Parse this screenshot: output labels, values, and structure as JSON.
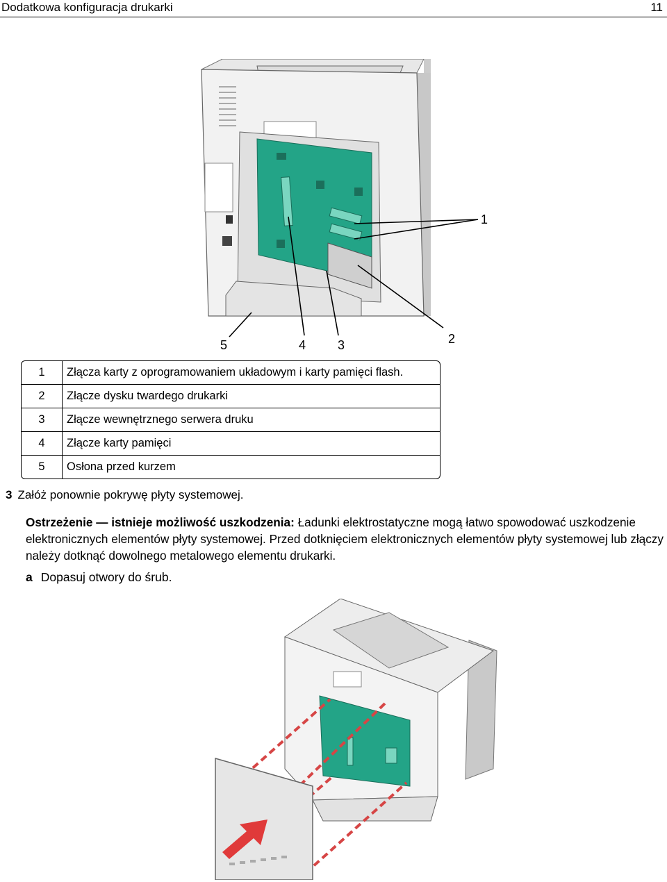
{
  "header": {
    "title": "Dodatkowa konfiguracja drukarki",
    "page_number": "11"
  },
  "figure1": {
    "callouts": [
      "1",
      "2",
      "3",
      "4",
      "5"
    ]
  },
  "legend": [
    {
      "num": "1",
      "text": "Złącza karty z oprogramowaniem układowym i karty pamięci flash."
    },
    {
      "num": "2",
      "text": "Złącze dysku twardego drukarki"
    },
    {
      "num": "3",
      "text": "Złącze wewnętrznego serwera druku"
    },
    {
      "num": "4",
      "text": "Złącze karty pamięci"
    },
    {
      "num": "5",
      "text": "Osłona przed kurzem"
    }
  ],
  "step": {
    "num": "3",
    "text": "Załóż ponownie pokrywę płyty systemowej."
  },
  "warning": {
    "label": "Ostrzeżenie — istnieje możliwość uszkodzenia:",
    "text": "Ładunki elektrostatyczne mogą łatwo spowodować uszkodzenie elektronicznych elementów płyty systemowej. Przed dotknięciem elektronicznych elementów płyty systemowej lub złączy należy dotknąć dowolnego metalowego elementu drukarki."
  },
  "substep": {
    "letter": "a",
    "text": "Dopasuj otwory do śrub."
  },
  "colors": {
    "board": "#23a487",
    "arrow": "#e03a3a",
    "dashed": "#d64545"
  }
}
